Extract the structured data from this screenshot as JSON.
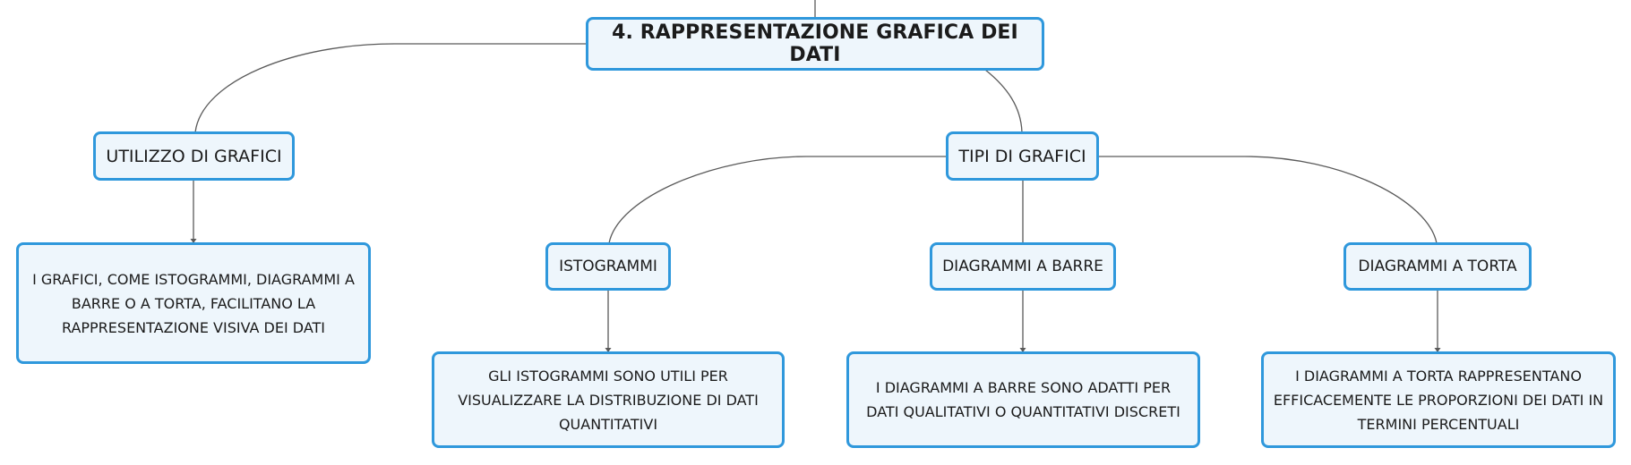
{
  "diagram": {
    "root": {
      "label": "4. RAPPRESENTAZIONE GRAFICA DEI DATI"
    },
    "utilizzo": {
      "label": "UTILIZZO DI GRAFICI",
      "description": "I GRAFICI, COME ISTOGRAMMI, DIAGRAMMI A BARRE O A TORTA, FACILITANO LA RAPPRESENTAZIONE VISIVA DEI DATI"
    },
    "tipi": {
      "label": "TIPI DI GRAFICI",
      "istogrammi": {
        "label": "ISTOGRAMMI",
        "description": "GLI ISTOGRAMMI SONO UTILI PER VISUALIZZARE LA DISTRIBUZIONE DI DATI QUANTITATIVI"
      },
      "barre": {
        "label": "DIAGRAMMI A BARRE",
        "description": "I DIAGRAMMI A BARRE SONO ADATTI PER DATI QUALITATIVI O QUANTITATIVI DISCRETI"
      },
      "torta": {
        "label": "DIAGRAMMI A TORTA",
        "description": "I DIAGRAMMI A TORTA RAPPRESENTANO EFFICACEMENTE LE PROPORZIONI DEI DATI IN TERMINI PERCENTUALI"
      }
    }
  },
  "colors": {
    "node_border": "#2f98dc",
    "node_fill": "#eef6fc",
    "connector": "#5a5a5a"
  }
}
